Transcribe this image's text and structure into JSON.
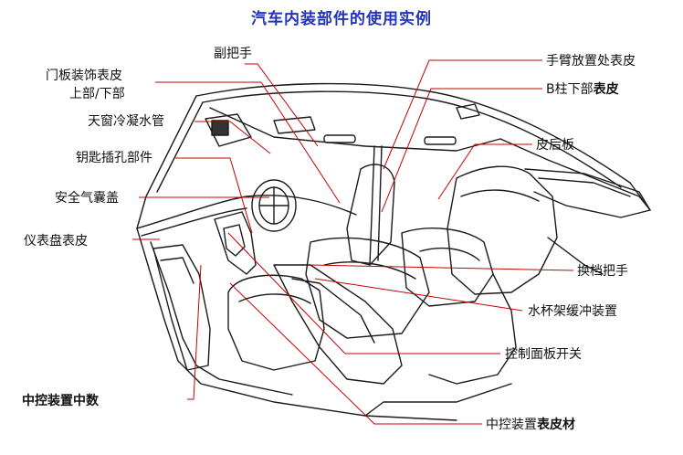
{
  "title": "汽车内装部件的使用实例",
  "labels": {
    "assist_grip": "副把手",
    "door_trim_1": "门板装饰表皮",
    "door_trim_2": "上部/下部",
    "sunroof_drain": "天窗冷凝水管",
    "key_cylinder": "钥匙插孔部件",
    "airbag_cover": "安全气囊盖",
    "instrument_panel": "仪表盘表皮",
    "console_center": "中控装置中数",
    "armrest_skin": "手臂放置处表皮",
    "b_pillar_a": "B柱下部",
    "b_pillar_b": "表皮",
    "rear_shelf": "皮后板",
    "shift_knob": "换档把手",
    "cup_holder": "水杯架缓冲装置",
    "control_switch": "控制面板开关",
    "console_a": "中控装置",
    "console_b": "表皮材"
  },
  "colors": {
    "title": "#2233bb",
    "leader": "#c80000",
    "line": "#1a1a1a"
  }
}
